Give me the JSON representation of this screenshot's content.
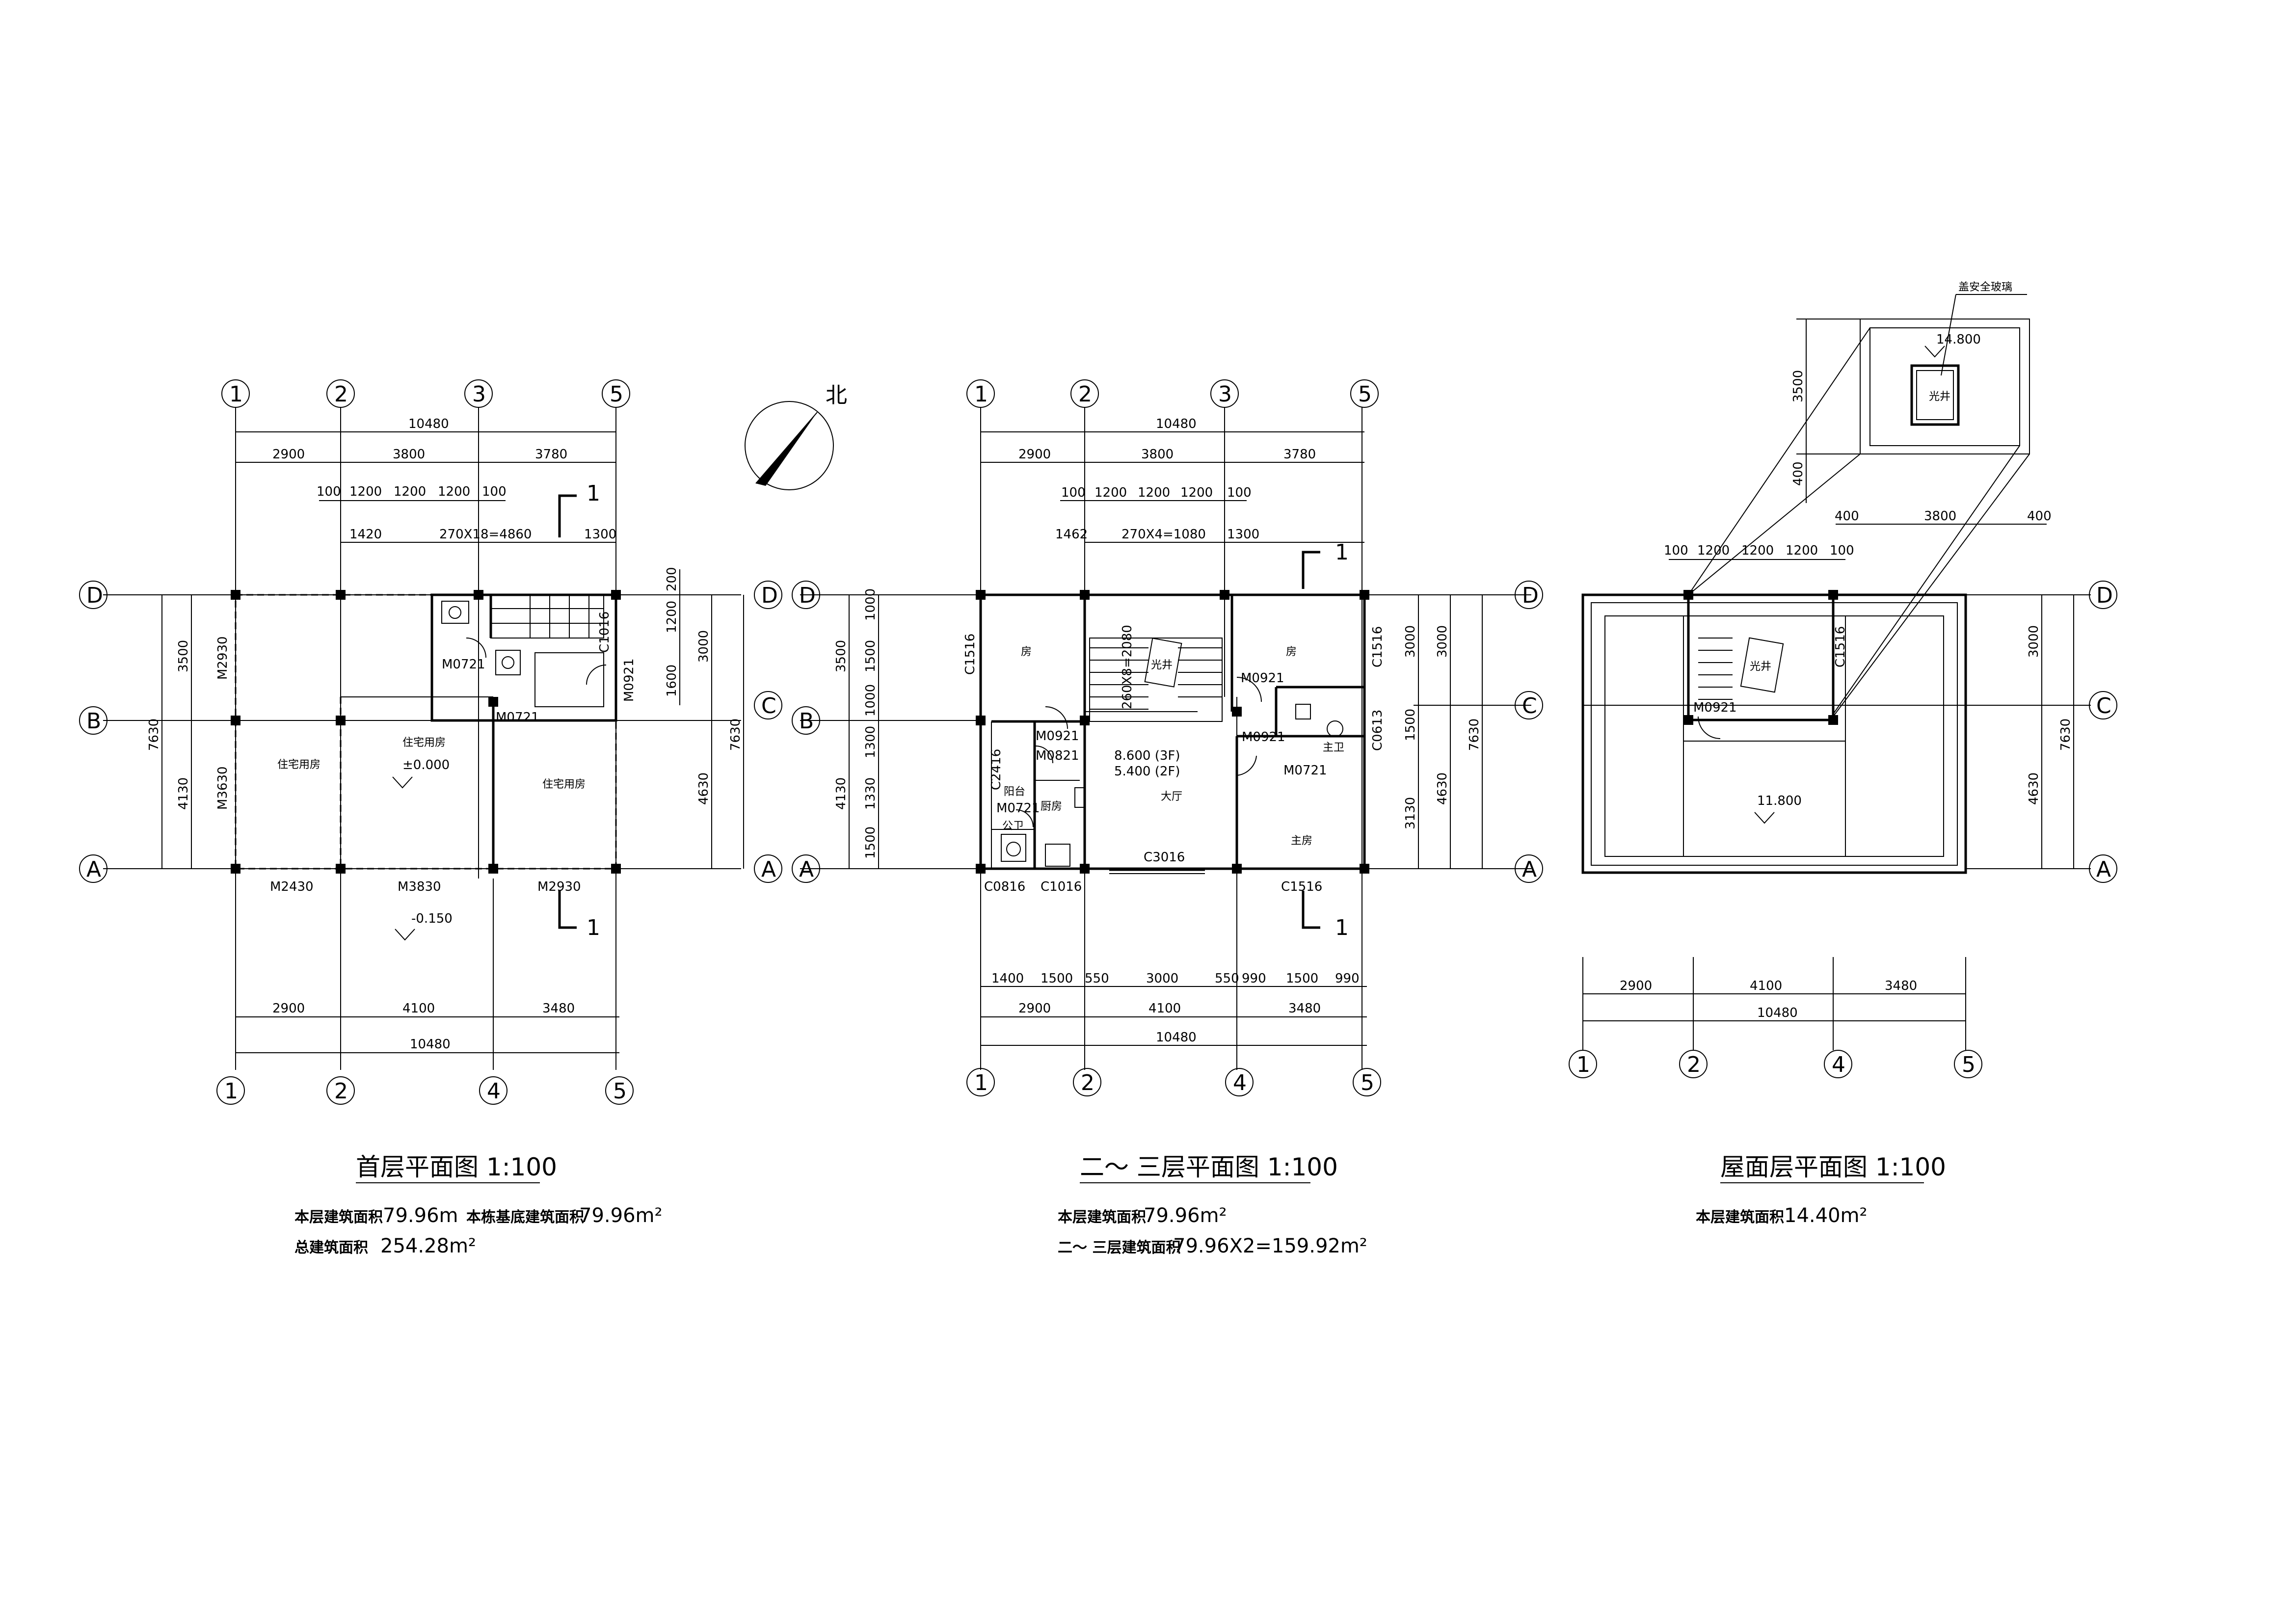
{
  "north_label": "北",
  "axis_labels": {
    "1": "1",
    "2": "2",
    "3": "3",
    "4": "4",
    "5": "5",
    "A": "A",
    "B": "B",
    "C": "C",
    "D": "D"
  },
  "ground": {
    "dims_top_total": "10480",
    "dims_top": [
      "2900",
      "3800",
      "3780"
    ],
    "dims_stair1": [
      "100",
      "1200",
      "1200",
      "1200",
      "100"
    ],
    "dims_stair2": [
      "1420",
      "270X18=4860",
      "1300"
    ],
    "dims_bottom": [
      "2900",
      "4100",
      "3480"
    ],
    "dims_bottom_total": "10480",
    "dims_left_outer": "7630",
    "dims_left": [
      "3500",
      "4130"
    ],
    "dims_right_small": [
      "200",
      "1200",
      "1600"
    ],
    "dims_right": [
      "3000",
      "4630"
    ],
    "dims_right_outer": "7630",
    "rooms": [
      "住宅用房",
      "住宅用房",
      "住宅用房"
    ],
    "elev_main": "±0.000",
    "elev_outside": "-0.150",
    "doors": [
      "M2930",
      "M3630",
      "M0721",
      "M0721",
      "M0921",
      "C1016",
      "M2430",
      "M3830",
      "M2930"
    ],
    "section_mark": "1",
    "title": "首层平面图 1:100",
    "stat1_label": "本层建筑面积",
    "stat1_value": "79.96m",
    "stat2_label": "本栋基底建筑面积",
    "stat2_value": "79.96m²",
    "stat3_label": "总建筑面积",
    "stat3_value": "254.28m²"
  },
  "typical": {
    "dims_top_total": "10480",
    "dims_top": [
      "2900",
      "3800",
      "3780"
    ],
    "dims_stair1": [
      "100",
      "1200",
      "1200",
      "1200",
      "100"
    ],
    "dims_stair2": [
      "1462",
      "270X4=1080",
      "1300"
    ],
    "dims_bottom1": [
      "1400",
      "1500",
      "550",
      "3000",
      "550",
      "990",
      "1500",
      "990"
    ],
    "dims_bottom2": [
      "2900",
      "4100",
      "3480"
    ],
    "dims_bottom_total": "10480",
    "dims_left_small": [
      "1000",
      "1500",
      "1000",
      "1300",
      "1330",
      "1500"
    ],
    "dims_left": [
      "3500",
      "4130"
    ],
    "dims_right": [
      "3000",
      "1500",
      "3130"
    ],
    "dims_right2": [
      "3000",
      "4630"
    ],
    "dims_right_outer": "7630",
    "rooms": [
      "房",
      "房",
      "光井",
      "大厅",
      "主房",
      "阳台",
      "厨房",
      "公卫",
      "主卫"
    ],
    "stair_note": "260X8=2080",
    "elev_3f": "8.600 (3F)",
    "elev_2f": "5.400 (2F)",
    "openings": [
      "C1516",
      "C1516",
      "M0921",
      "M0821",
      "C2416",
      "M0721",
      "M0921",
      "M0921",
      "M0721",
      "C0613",
      "C3016",
      "C0816",
      "C1016",
      "C1516"
    ],
    "section_mark": "1",
    "title": "二～ 三层平面图 1:100",
    "stat1_label": "本层建筑面积",
    "stat1_value": "79.96m²",
    "stat2_label": "二～ 三层建筑面积",
    "stat2_value": "79.96X2=159.92m²"
  },
  "roof": {
    "note_glass": "盖安全玻璃",
    "elev_top": "14.800",
    "lightwell": "光井",
    "dims_side": [
      "3500",
      "400"
    ],
    "dims_top1": [
      "400",
      "3800",
      "400"
    ],
    "dims_top2": [
      "100",
      "1200",
      "1200",
      "1200",
      "100"
    ],
    "dims_right": [
      "3000",
      "4630"
    ],
    "dims_right_outer": "7630",
    "opening_c": "C1516",
    "opening_m": "M0921",
    "elev_roof": "11.800",
    "dims_bottom": [
      "2900",
      "4100",
      "3480"
    ],
    "dims_bottom_total": "10480",
    "title": "屋面层平面图 1:100",
    "stat1_label": "本层建筑面积",
    "stat1_value": "14.40m²"
  }
}
